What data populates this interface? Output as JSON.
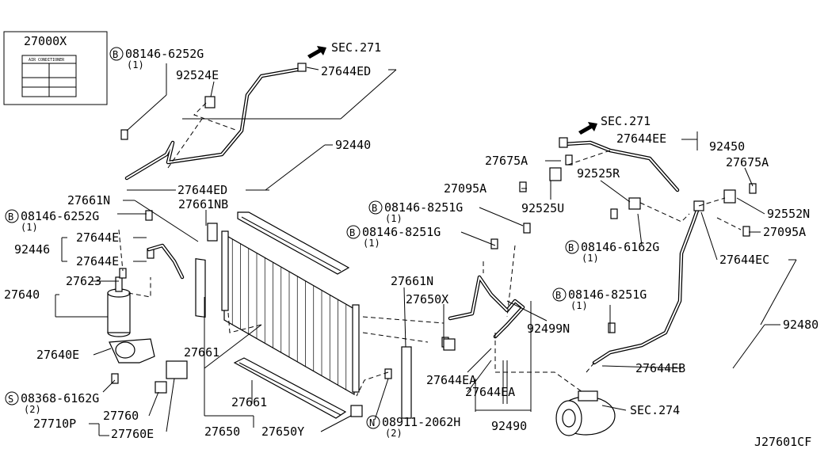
{
  "diagram": {
    "code": "J27601CF",
    "sec_refs": {
      "sec_271_top": "SEC.271",
      "sec_271_right": "SEC.271",
      "sec_274": "SEC.274"
    },
    "label_box": {
      "part_no": "27000X",
      "caption": "AIR CONDITIONER"
    },
    "parts": {
      "p_08146_6252G_top": "08146-6252G",
      "p_08146_6252G_top_qty": "(1)",
      "p_92524E": "92524E",
      "p_27644ED_top": "27644ED",
      "p_92440": "92440",
      "p_27644ED_mid": "27644ED",
      "p_27661N_left": "27661N",
      "p_27661NB": "27661NB",
      "p_08146_6252G_left": "08146-6252G",
      "p_08146_6252G_left_qty": "(1)",
      "p_27644E_a": "27644E",
      "p_92446": "92446",
      "p_27644E_b": "27644E",
      "p_27623": "27623",
      "p_27640": "27640",
      "p_27640E": "27640E",
      "p_08368_6162G": "08368-6162G",
      "p_08368_6162G_qty": "(2)",
      "p_27760": "27760",
      "p_27710P": "27710P",
      "p_27760E": "27760E",
      "p_27661_a": "27661",
      "p_27661_b": "27661",
      "p_27650": "27650",
      "p_27650Y": "27650Y",
      "p_08911_2062H": "08911-2062H",
      "p_08911_2062H_qty": "(2)",
      "p_27661N_mid": "27661N",
      "p_27650X": "27650X",
      "p_08146_8251G_a": "08146-8251G",
      "p_08146_8251G_a_qty": "(1)",
      "p_08146_8251G_b": "08146-8251G",
      "p_08146_8251G_b_qty": "(1)",
      "p_92499N": "92499N",
      "p_27644EA_a": "27644EA",
      "p_27644EA_b": "27644EA",
      "p_92490": "92490",
      "p_27675A_left": "27675A",
      "p_27644EE": "27644EE",
      "p_92450": "92450",
      "p_27675A_right": "27675A",
      "p_27095A_left": "27095A",
      "p_92525R": "92525R",
      "p_92525U": "92525U",
      "p_92552N": "92552N",
      "p_27095A_right": "27095A",
      "p_08146_6162G": "08146-6162G",
      "p_08146_6162G_qty": "(1)",
      "p_27644EC": "27644EC",
      "p_08146_8251G_c": "08146-8251G",
      "p_08146_8251G_c_qty": "(1)",
      "p_92480": "92480",
      "p_27644EB": "27644EB"
    },
    "markers": {
      "b": "B",
      "s": "S",
      "n": "N"
    }
  }
}
